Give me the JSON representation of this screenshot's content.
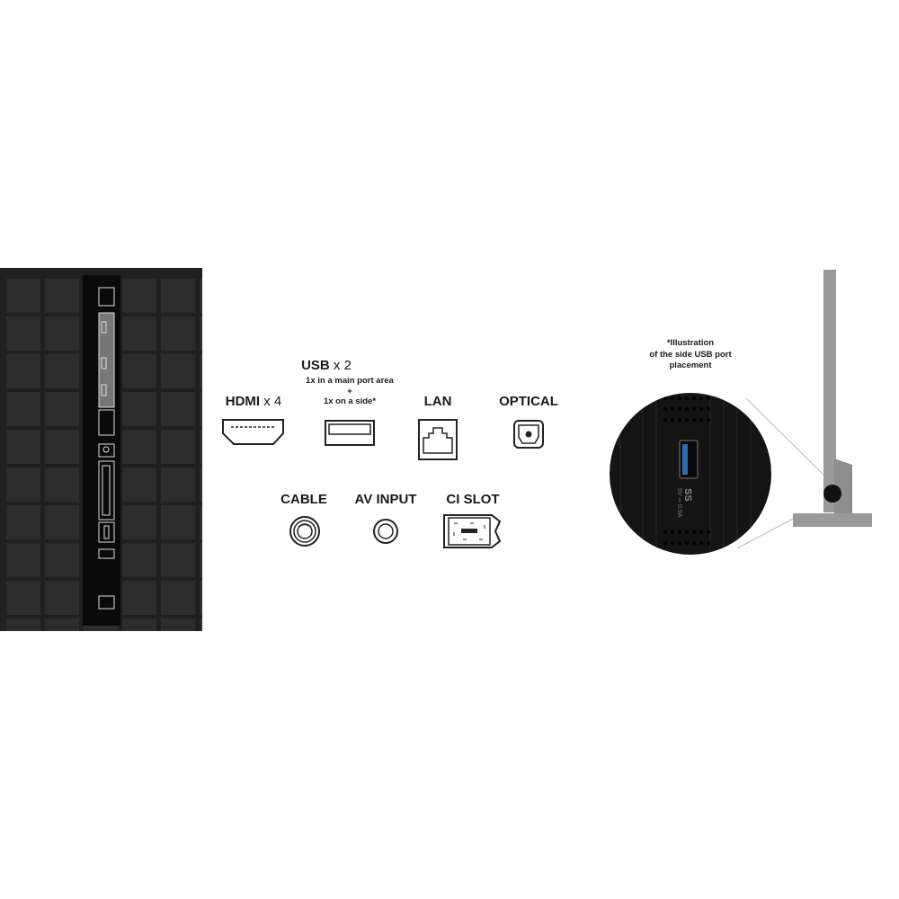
{
  "ports": {
    "hdmi": {
      "label": "HDMI",
      "count": "x 4"
    },
    "usb": {
      "label": "USB",
      "count": "x 2",
      "note_main": "1x in a main port area",
      "note_plus": "+",
      "note_side": "1x on a side*"
    },
    "lan": {
      "label": "LAN"
    },
    "optical": {
      "label": "OPTICAL"
    },
    "cable": {
      "label": "CABLE"
    },
    "av_input": {
      "label": "AV INPUT"
    },
    "ci_slot": {
      "label": "CI SLOT"
    }
  },
  "side_illustration": {
    "note_line1": "*Illustration",
    "note_line2": "of the side USB port",
    "note_line3": "placement",
    "usb_marking": "SS",
    "usb_rating": "5V ⎓ 0.9A"
  },
  "colors": {
    "tv_back": "#2b2b2b",
    "port_strip": "#0a0a0a",
    "stand": "#9a9a9a",
    "usb3_blue": "#2a6db5"
  }
}
